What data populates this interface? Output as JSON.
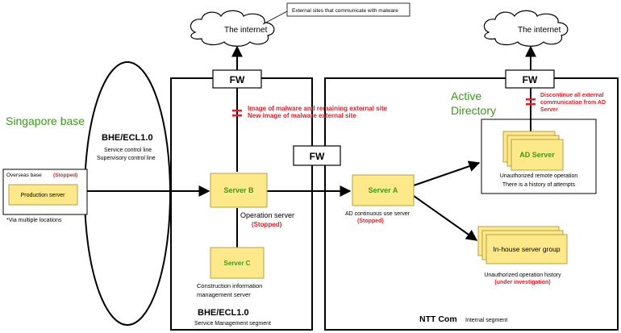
{
  "colors": {
    "line": "#000000",
    "server_fill": "#fde98a",
    "server_edge": "#b8a040",
    "server_text": "#3c9a1c",
    "red": "#e0202a",
    "green": "#3c9a1c",
    "fw_fill": "#ffffff"
  },
  "labels": {
    "singapore_base": "Singapore base",
    "bhe_ecl_left": "BHE/ECL1.0",
    "service_control_line": "Service control line",
    "supervisory_control_line": "Supervisory control line",
    "overseas_base": "Overseas base",
    "stopped_overseas": "(Stopped)",
    "production_server": "Production server",
    "via_multiple": "*Via multiple locations",
    "internet_left": "The internet",
    "internet_right": "The internet",
    "external_sites_note": "External sites that communicate with malware",
    "fw_top_left": "FW",
    "fw_mid": "FW",
    "fw_top_right": "FW",
    "image_malware_line1": "Image of malware and remaining external site",
    "image_malware_line2": "New image of malware external site",
    "active_directory_line1": "Active",
    "active_directory_line2": "Directory",
    "discontinue_line1": "Discontinue all external",
    "discontinue_line2": "communication from AD",
    "discontinue_line3": "Server",
    "server_b": "Server B",
    "operation_server": "Operation server",
    "stopped_b": "(Stopped)",
    "server_c": "Server C",
    "construction_info_line1": "Construction information",
    "construction_info_line2": "management server",
    "bhe_ecl_bottom": "BHE/ECL1.0",
    "service_management_segment": "Service Management segment",
    "server_a": "Server A",
    "ad_continuous": "AD continuous use server",
    "stopped_a": "(Stopped)",
    "ad_server": "AD Server",
    "unauth_remote_line1": "Unauthorized remote operation",
    "unauth_remote_line2": "There is a history of attempts",
    "inhouse_group": "In-house server group",
    "unauth_history": "Unauthorized operation history",
    "under_investigation": "(under investigation)",
    "ntt_com": "NTT Com",
    "internal_segment": "Internal segment"
  }
}
